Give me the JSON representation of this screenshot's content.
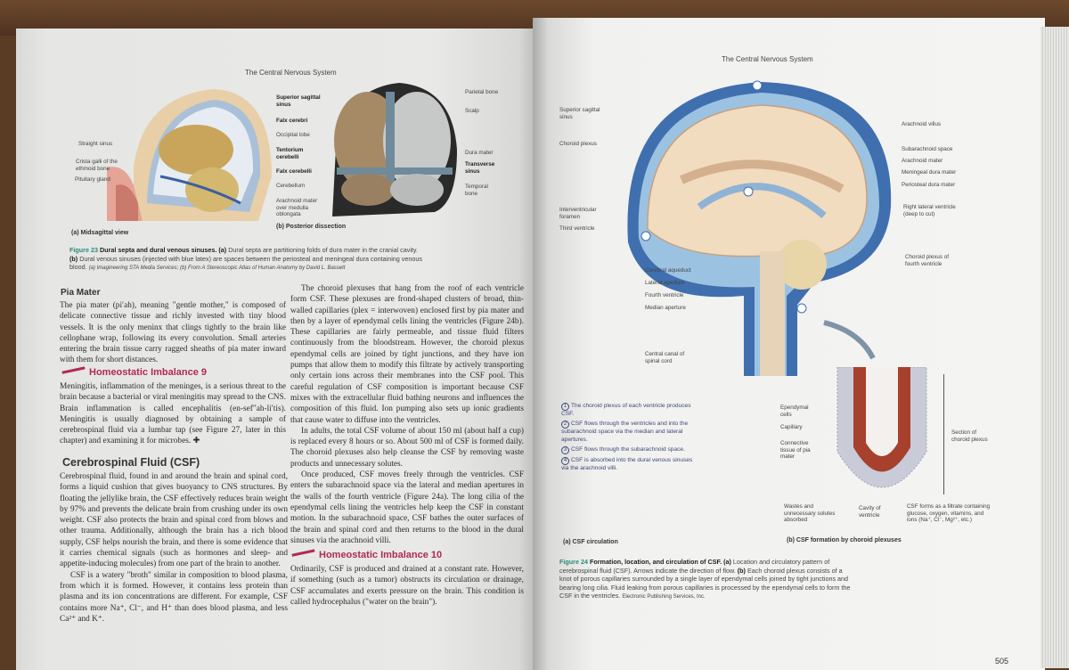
{
  "left_page": {
    "running_header": "The Central Nervous System",
    "figure23": {
      "labels_a": [
        "Straight sinus",
        "Crista galli of the ethmoid bone",
        "Pituitary gland"
      ],
      "labels_center": [
        "Superior sagittal sinus",
        "Falx cerebri",
        "Occipital lobe",
        "Tentorium cerebelli",
        "Falx cerebelli",
        "Cerebellum",
        "Arachnoid mater over medulla oblongata"
      ],
      "labels_b": [
        "Parietal bone",
        "Scalp",
        "Dura mater",
        "Transverse sinus",
        "Temporal bone"
      ],
      "sub_a": "(a) Midsagittal view",
      "sub_b": "(b) Posterior dissection",
      "caption_fig": "Figure 23",
      "caption_title": "Dural septa and dural venous sinuses.",
      "caption_a": "(a)",
      "caption_text1": "Dural septa are partitioning folds of dura mater in the cranial cavity.",
      "caption_b": "(b)",
      "caption_text2": "Dural venous sinuses (injected with blue latex) are spaces between the periosteal and meningeal dura containing venous blood.",
      "caption_credit": "(a) Imagineering STA Media Services; (b) From A Stereoscopic Atlas of Human Anatomy by David L. Bassett"
    },
    "pia_heading": "Pia Mater",
    "pia_text": "The pia mater (pi′ah), meaning \"gentle mother,\" is composed of delicate connective tissue and richly invested with tiny blood vessels. It is the only meninx that clings tightly to the brain like cellophane wrap, following its every convolution. Small arteries entering the brain tissue carry ragged sheaths of pia mater inward with them for short distances.",
    "hi9_heading": "Homeostatic Imbalance 9",
    "hi9_text": "Meningitis, inflammation of the meninges, is a serious threat to the brain because a bacterial or viral meningitis may spread to the CNS. Brain inflammation is called encephalitis (en-sef″ah-li′tis). Meningitis is usually diagnosed by obtaining a sample of cerebrospinal fluid via a lumbar tap (see Figure 27, later in this chapter) and examining it for microbes. ✚",
    "csf_heading": "Cerebrospinal Fluid (CSF)",
    "csf_p1": "Cerebrospinal fluid, found in and around the brain and spinal cord, forms a liquid cushion that gives buoyancy to CNS structures. By floating the jellylike brain, the CSF effectively reduces brain weight by 97% and prevents the delicate brain from crushing under its own weight. CSF also protects the brain and spinal cord from blows and other trauma. Additionally, although the brain has a rich blood supply, CSF helps nourish the brain, and there is some evidence that it carries chemical signals (such as hormones and sleep- and appetite-inducing molecules) from one part of the brain to another.",
    "csf_p2": "CSF is a watery \"broth\" similar in composition to blood plasma, from which it is formed. However, it contains less protein than plasma and its ion concentrations are different. For example, CSF contains more Na⁺, Cl⁻, and H⁺ than does blood plasma, and less Ca²⁺ and K⁺.",
    "col2_p1": "The choroid plexuses that hang from the roof of each ventricle form CSF. These plexuses are frond-shaped clusters of broad, thin-walled capillaries (plex = interwoven) enclosed first by pia mater and then by a layer of ependymal cells lining the ventricles (Figure 24b). These capillaries are fairly permeable, and tissue fluid filters continuously from the bloodstream. However, the choroid plexus ependymal cells are joined by tight junctions, and they have ion pumps that allow them to modify this filtrate by actively transporting only certain ions across their membranes into the CSF pool. This careful regulation of CSF composition is important because CSF mixes with the extracellular fluid bathing neurons and influences the composition of this fluid. Ion pumping also sets up ionic gradients that cause water to diffuse into the ventricles.",
    "col2_p2": "In adults, the total CSF volume of about 150 ml (about half a cup) is replaced every 8 hours or so. About 500 ml of CSF is formed daily. The choroid plexuses also help cleanse the CSF by removing waste products and unnecessary solutes.",
    "col2_p3": "Once produced, CSF moves freely through the ventricles. CSF enters the subarachnoid space via the lateral and median apertures in the walls of the fourth ventricle (Figure 24a). The long cilia of the ependymal cells lining the ventricles help keep the CSF in constant motion. In the subarachnoid space, CSF bathes the outer surfaces of the brain and spinal cord and then returns to the blood in the dural sinuses via the arachnoid villi.",
    "hi10_heading": "Homeostatic Imbalance 10",
    "hi10_text": "Ordinarily, CSF is produced and drained at a constant rate. However, if something (such as a tumor) obstructs its circulation or drainage, CSF accumulates and exerts pressure on the brain. This condition is called hydrocephalus (\"water on the brain\")."
  },
  "right_page": {
    "running_header": "The Central Nervous System",
    "labels_left": [
      "Superior sagittal sinus",
      "Choroid plexus",
      "Interventricular foramen",
      "Third ventricle"
    ],
    "labels_mid": [
      "Cerebral aqueduct",
      "Lateral aperture",
      "Fourth ventricle",
      "Median aperture",
      "Central canal of spinal cord"
    ],
    "labels_right": [
      "Arachnoid villus",
      "Subarachnoid space",
      "Arachnoid mater",
      "Meningeal dura mater",
      "Periosteal dura mater",
      "Right lateral ventricle (deep to cut)",
      "Choroid plexus of fourth ventricle"
    ],
    "steps": [
      {
        "n": "1",
        "text": "The choroid plexus of each ventricle produces CSF."
      },
      {
        "n": "2",
        "text": "CSF flows through the ventricles and into the subarachnoid space via the median and lateral apertures."
      },
      {
        "n": "3",
        "text": "CSF flows through the subarachnoid space."
      },
      {
        "n": "4",
        "text": "CSF is absorbed into the dural venous sinuses via the arachnoid villi."
      }
    ],
    "labels_b_left": [
      "Ependymal cells",
      "Capillary",
      "Connective tissue of pia mater"
    ],
    "label_section": "Section of choroid plexus",
    "label_wastes": "Wastes and unnecessary solutes absorbed",
    "label_cavity": "Cavity of ventricle",
    "label_filtrate": "CSF forms as a filtrate containing glucose, oxygen, vitamins, and ions (Na⁺, Cl⁻, Mg²⁺, etc.)",
    "sub_a": "(a) CSF circulation",
    "sub_b": "(b) CSF formation by choroid plexuses",
    "caption_fig": "Figure 24",
    "caption_title": "Formation, location, and circulation of CSF.",
    "caption_a": "(a)",
    "caption_text1": "Location and circulatory pattern of cerebrospinal fluid (CSF). Arrows indicate the direction of flow.",
    "caption_b": "(b)",
    "caption_text2": "Each choroid plexus consists of a knot of porous capillaries surrounded by a single layer of ependymal cells joined by tight junctions and bearing long cilia. Fluid leaking from porous capillaries is processed by the ependymal cells to form the CSF in the ventricles.",
    "caption_credit": "Electronic Publishing Services, Inc.",
    "page_number": "505"
  },
  "colors": {
    "accent_magenta": "#b02a55",
    "figure_teal": "#2a8a7a",
    "dura_blue": "#3f6fae"
  }
}
